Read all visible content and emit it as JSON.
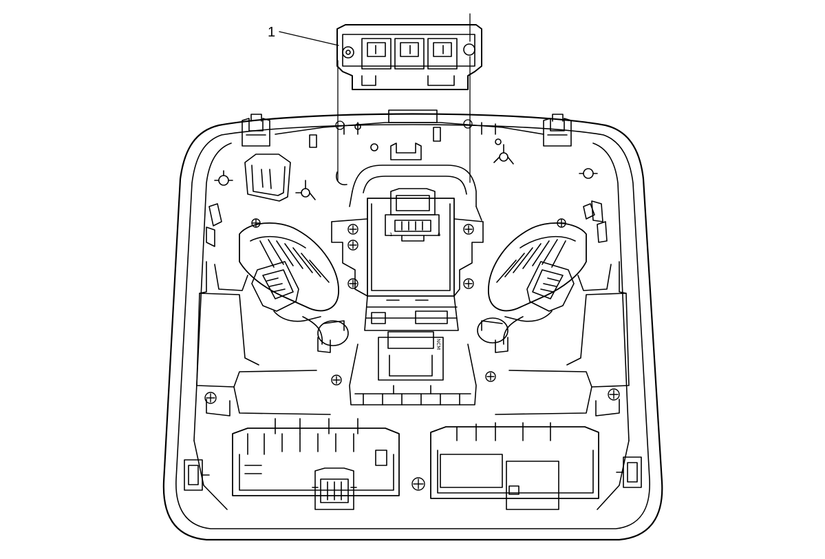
{
  "callouts": [
    {
      "id": "1",
      "label": "1"
    }
  ],
  "housing_markings": {
    "module_mark": "NCM",
    "connector_pin_a": "1",
    "connector_pin_b": "6"
  },
  "colors": {
    "line": "#000000",
    "background": "#ffffff"
  }
}
